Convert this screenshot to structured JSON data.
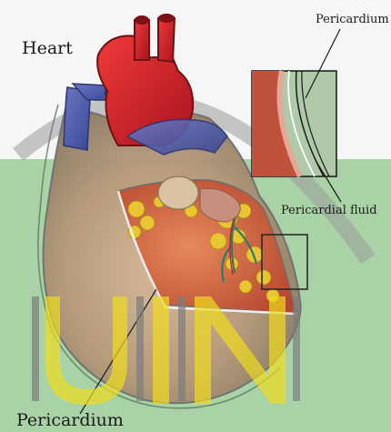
{
  "title": "Heart",
  "labels": {
    "pericardium_top": "Pericardium",
    "pericardial_fluid": "Pericardial fluid",
    "pericardium_bottom": "Pericardium"
  },
  "watermark": "UIN",
  "colors": {
    "background": "#ffffff",
    "green_band": "#a9d2a6",
    "watermark_gray": "#7d7d7d",
    "watermark_yellow": "#f0dc20",
    "aorta_red": "#d11f2a",
    "vein_blue": "#4a5aa8",
    "muscle": "#c8553f",
    "fat_yellow": "#e8c531"
  }
}
